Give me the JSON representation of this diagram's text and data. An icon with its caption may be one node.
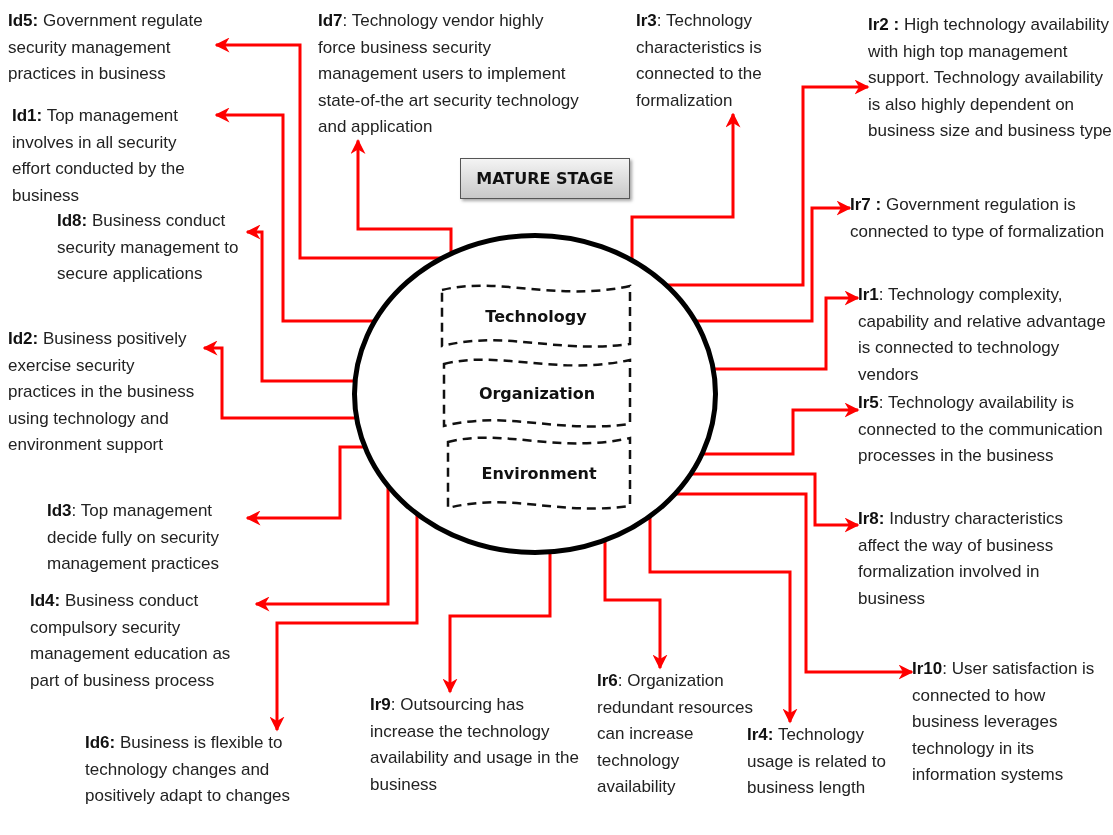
{
  "diagram": {
    "nodes": [
      {
        "text": [],
        "shape": "circle"
      },
      {
        "text": [
          "Technology"
        ],
        "in": 0
      },
      {
        "text": [
          "Organization"
        ],
        "in": 0
      },
      {
        "text": [
          "Environment"
        ],
        "in": 0
      },
      {
        "text": [
          "MATURE STAGE"
        ]
      },
      {
        "text": [
          "**Id5:** Government regulate security management practices in business"
        ]
      },
      {
        "text": [
          "**Id1:** Top management involves in all security effort conducted by the business"
        ]
      },
      {
        "text": [
          "**Id8:** Business conduct security management to secure applications"
        ]
      },
      {
        "text": [
          "**Id2:** Business positively exercise security practices in the business using technology and environment support"
        ]
      },
      {
        "text": [
          "**Id3**: Top management decide fully on security management practices"
        ]
      },
      {
        "text": [
          "**Id4:** Business conduct compulsory security management education as part of business process"
        ]
      },
      {
        "text": [
          "**Id6:** Business is flexible to technology changes and positively adapt to changes"
        ]
      },
      {
        "text": [
          "**Id7**: Technology vendor highly force business security management users to implement state-of-the art security technology and application"
        ]
      },
      {
        "text": [
          "**Ir3**: Technology characteristics is connected to the formalization"
        ]
      },
      {
        "text": [
          "**Ir2 :** High technology availability with high top management support. Technology availability is also highly dependent on business size and business type"
        ]
      },
      {
        "text": [
          "**Ir7 :** Government regulation is connected to type of formalization"
        ]
      },
      {
        "text": [
          "**Ir1**: Technology complexity, capability and relative advantage is connected  to technology vendors"
        ]
      },
      {
        "text": [
          "**Ir5**: Technology availability is connected to the communication  processes in the business"
        ]
      },
      {
        "text": [
          "**Ir8:** Industry characteristics affect the way of business formalization  involved in business"
        ]
      },
      {
        "text": [
          "**Ir10**: User satisfaction is connected to how business leverages technology in its information systems"
        ]
      },
      {
        "text": [
          "**Ir9**: Outsourcing has increase the technology availability and usage in the business"
        ]
      },
      {
        "text": [
          "**Ir6**: Organization redundant resources can increase technology availability"
        ]
      },
      {
        "text": [
          "**Ir4:** Technology usage is related to business length"
        ]
      }
    ],
    "edges": [
      {
        "from": 0,
        "to": 5,
        "arrow": "to"
      },
      {
        "from": 0,
        "to": 6,
        "arrow": "to"
      },
      {
        "from": 0,
        "to": 7,
        "arrow": "to"
      },
      {
        "from": 0,
        "to": 8,
        "arrow": "to"
      },
      {
        "from": 0,
        "to": 9,
        "arrow": "to"
      },
      {
        "from": 0,
        "to": 10,
        "arrow": "to"
      },
      {
        "from": 0,
        "to": 11,
        "arrow": "to"
      },
      {
        "from": 0,
        "to": 12,
        "arrow": "to"
      },
      {
        "from": 0,
        "to": 13,
        "arrow": "to"
      },
      {
        "from": 0,
        "to": 14,
        "arrow": "to"
      },
      {
        "from": 0,
        "to": 15,
        "arrow": "to"
      },
      {
        "from": 0,
        "to": 16,
        "arrow": "to"
      },
      {
        "from": 0,
        "to": 17,
        "arrow": "to"
      },
      {
        "from": 0,
        "to": 18,
        "arrow": "to"
      },
      {
        "from": 0,
        "to": 19,
        "arrow": "to"
      },
      {
        "from": 0,
        "to": 20,
        "arrow": "to"
      },
      {
        "from": 0,
        "to": 21,
        "arrow": "to"
      },
      {
        "from": 0,
        "to": 22,
        "arrow": "to"
      }
    ]
  }
}
